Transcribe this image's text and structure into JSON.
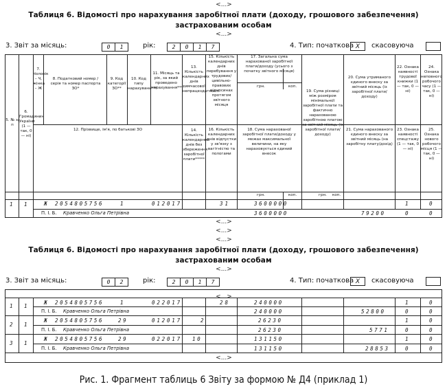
{
  "placeholder": "<...>",
  "table_title_line1": "Таблиця 6. Відомості про нарахування заробітної плати (доходу, грошового забезпечення)",
  "table_title_line2": "застрахованим особам",
  "report_month_label": "3. Звіт за місяць:",
  "year_label": "рік:",
  "type_label": "4. Тип: початкова",
  "cancel_label": "скасовуюча",
  "type_mark": "X",
  "part1": {
    "month": [
      "0",
      "1"
    ],
    "year": [
      "2",
      "0",
      "1",
      "7"
    ],
    "headers": {
      "h5": "5. № з/п",
      "h6": "6. Громадянин України (1 — так, 0 — ні)",
      "h7": "7. Чоловік – Ч, жінка – Ж",
      "h8": "8. Податковий номер / серія та номер паспорта ЗО*",
      "h9": "9. Код категорії ЗО**",
      "h10": "10. Код типу нарахувань***",
      "h11": "11. Місяць та рік, за який проведено нарахування****",
      "h13": "13. Кількість календарних днів тимчасової непрацездатності",
      "h14": "14. Кількість календарних днів без збереження заробітної плати*****",
      "h15": "15. Кількість календарних днів перебування у трудових/цивільно-правових відносинах протягом звітного місяця",
      "h16": "16. Кількість календарних днів відпустки у зв'язку з вагітністю та пологами",
      "h17": "17. Загальна сума нарахованої заробітної плати/доходу (усього з початку звітного місяця)",
      "h18": "18. Сума нарахованої заробітної плати/доходу у межах максимальної величини, на яку нараховується єдиний внесок",
      "h19": "19. Сума різниці між розміром мінімальної заробітної плати та фактично нарахованою заробітною платою за звітний місяць (із заробітної плати/доходу)",
      "h20": "20. Сума утриманого єдиного внеску за звітний місяць (із заробітної плати/доходу)",
      "h21": "21. Сума нарахованого єдиного внеску за звітний місяць (на заробітну плату/дохід)",
      "h22": "22. Ознака наявності трудової книжки (1 — так, 0 — ні)",
      "h23": "23. Ознака наявності спецстажу (1 — так, 0 — ні)",
      "h24": "24. Ознака неповного робочого часу (1 — так, 0 — ні)",
      "h25": "25. Ознака нового робочого місця (1 — так, 0 — ні)",
      "h12": "12. Прізвище, ім'я, по батькові ЗО",
      "grn": "грн.",
      "kop": "коп."
    },
    "row": {
      "num": "1",
      "citizen": "1",
      "gender": "Ж",
      "tax_id": "2054805756",
      "category": "1",
      "type": "",
      "month_year": "012017",
      "days15": "31",
      "sum17": "3600000",
      "sum18": "3600000",
      "sum20": "",
      "sum21": "79200",
      "f22": "1",
      "f23": "0",
      "f24": "0",
      "f25": "0",
      "pib_label": "П. І. Б.",
      "name": "Кравченко Ольга Петрівна"
    }
  },
  "part2": {
    "month": [
      "0",
      "2"
    ],
    "year": [
      "2",
      "0",
      "1",
      "7"
    ],
    "rows": [
      {
        "num": "1",
        "citizen": "1",
        "gender": "Ж",
        "tax_id": "2054805756",
        "category": "1",
        "type": "",
        "month_year": "022017",
        "days15": "28",
        "days13": "",
        "sum17": "240000",
        "sum18": "240000",
        "sum21": "52800",
        "f22": "1",
        "f23": "0",
        "f24": "0",
        "f25": "0",
        "pib_label": "П. І. Б.",
        "name": "Кравченко Ольга Петрівна"
      },
      {
        "num": "2",
        "citizen": "1",
        "gender": "Ж",
        "tax_id": "2054805756",
        "category": "29",
        "type": "",
        "month_year": "012017",
        "days15": "",
        "days13": "2",
        "sum17": "26230",
        "sum18": "26230",
        "sum21": "5771",
        "f22": "1",
        "f23": "0",
        "f24": "0",
        "f25": "0",
        "pib_label": "П. І. Б.",
        "name": "Кравченко Ольга Петрівна"
      },
      {
        "num": "3",
        "citizen": "1",
        "gender": "Ж",
        "tax_id": "2054805756",
        "category": "29",
        "type": "",
        "month_year": "022017",
        "days15": "",
        "days13": "10",
        "sum17": "131150",
        "sum18": "131150",
        "sum21": "28853",
        "f22": "1",
        "f23": "0",
        "f24": "0",
        "f25": "0",
        "pib_label": "П. І. Б.",
        "name": "Кравченко Ольга Петрівна"
      }
    ]
  },
  "caption": "Рис. 1. Фрагмент таблиць 6 Звіту за формою № Д4 (приклад 1)"
}
